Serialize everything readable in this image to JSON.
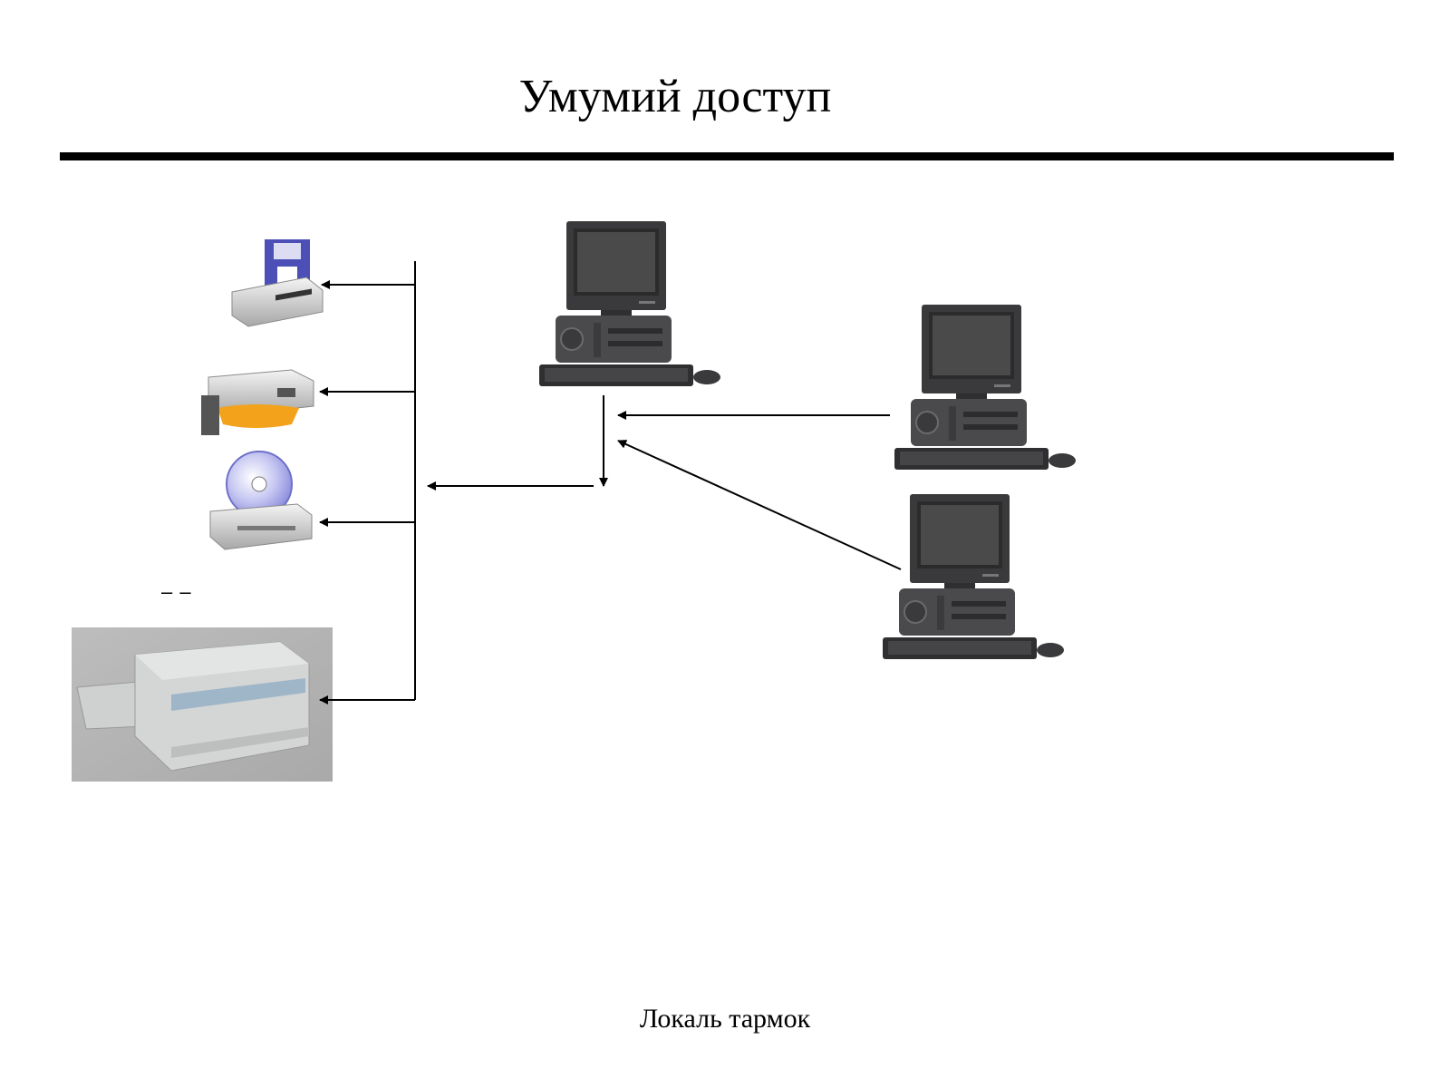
{
  "title": "Умумий доступ",
  "caption": "Локаль тармок",
  "dash_mark": "– –",
  "colors": {
    "line": "#000000",
    "monitor_body": "#3a3a3c",
    "monitor_screen": "#2b2b2b",
    "case": "#4a4a4d",
    "printer_bg": "#b9b9b9",
    "printer_body": "#d4d6d5",
    "printer_panel": "#9fb6c8",
    "floppy_accent": "#4b4fb6",
    "zip_accent": "#f2a21b",
    "cd_accent": "#8d8ee0"
  },
  "devices": [
    {
      "name": "floppy-drive",
      "icon": "floppy-drive-icon"
    },
    {
      "name": "removable-drive",
      "icon": "removable-drive-icon"
    },
    {
      "name": "cd-drive",
      "icon": "cd-drive-icon"
    },
    {
      "name": "printer",
      "icon": "printer-icon"
    }
  ],
  "computers": [
    {
      "name": "computer-center",
      "icon": "desktop-computer-icon"
    },
    {
      "name": "computer-right-top",
      "icon": "desktop-computer-icon"
    },
    {
      "name": "computer-right-bottom",
      "icon": "desktop-computer-icon"
    }
  ]
}
